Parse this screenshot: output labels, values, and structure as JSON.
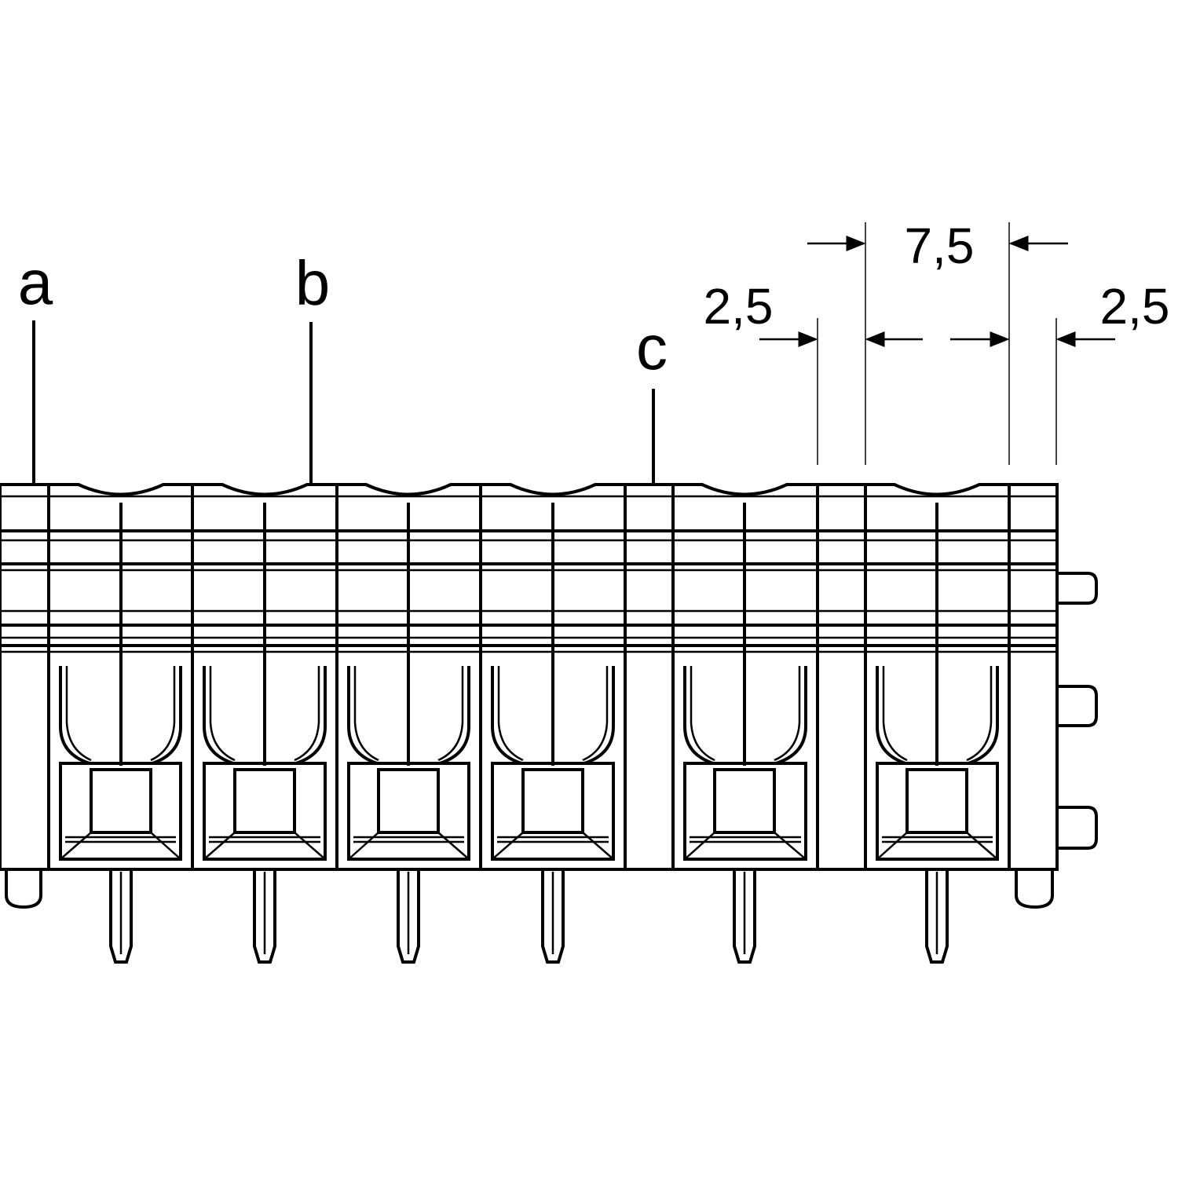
{
  "labels": {
    "a": "a",
    "b": "b",
    "c": "c"
  },
  "dimensions": {
    "pitch": "7,5",
    "left_offset": "2,5",
    "right_offset": "2,5"
  }
}
